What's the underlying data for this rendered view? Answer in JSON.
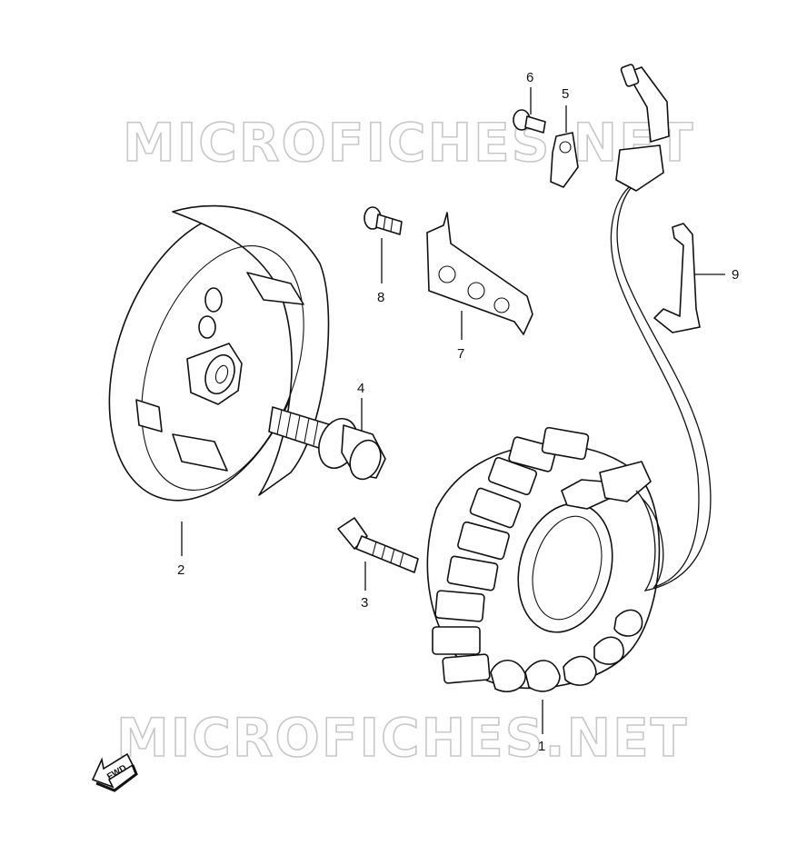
{
  "watermark": "MICROFICHES.NET",
  "fwd_label": "FWD",
  "callouts": [
    {
      "id": "1",
      "label": "1"
    },
    {
      "id": "2",
      "label": "2"
    },
    {
      "id": "3",
      "label": "3"
    },
    {
      "id": "4",
      "label": "4"
    },
    {
      "id": "5",
      "label": "5"
    },
    {
      "id": "6",
      "label": "6"
    },
    {
      "id": "7",
      "label": "7"
    },
    {
      "id": "8",
      "label": "8"
    },
    {
      "id": "9",
      "label": "9"
    }
  ]
}
